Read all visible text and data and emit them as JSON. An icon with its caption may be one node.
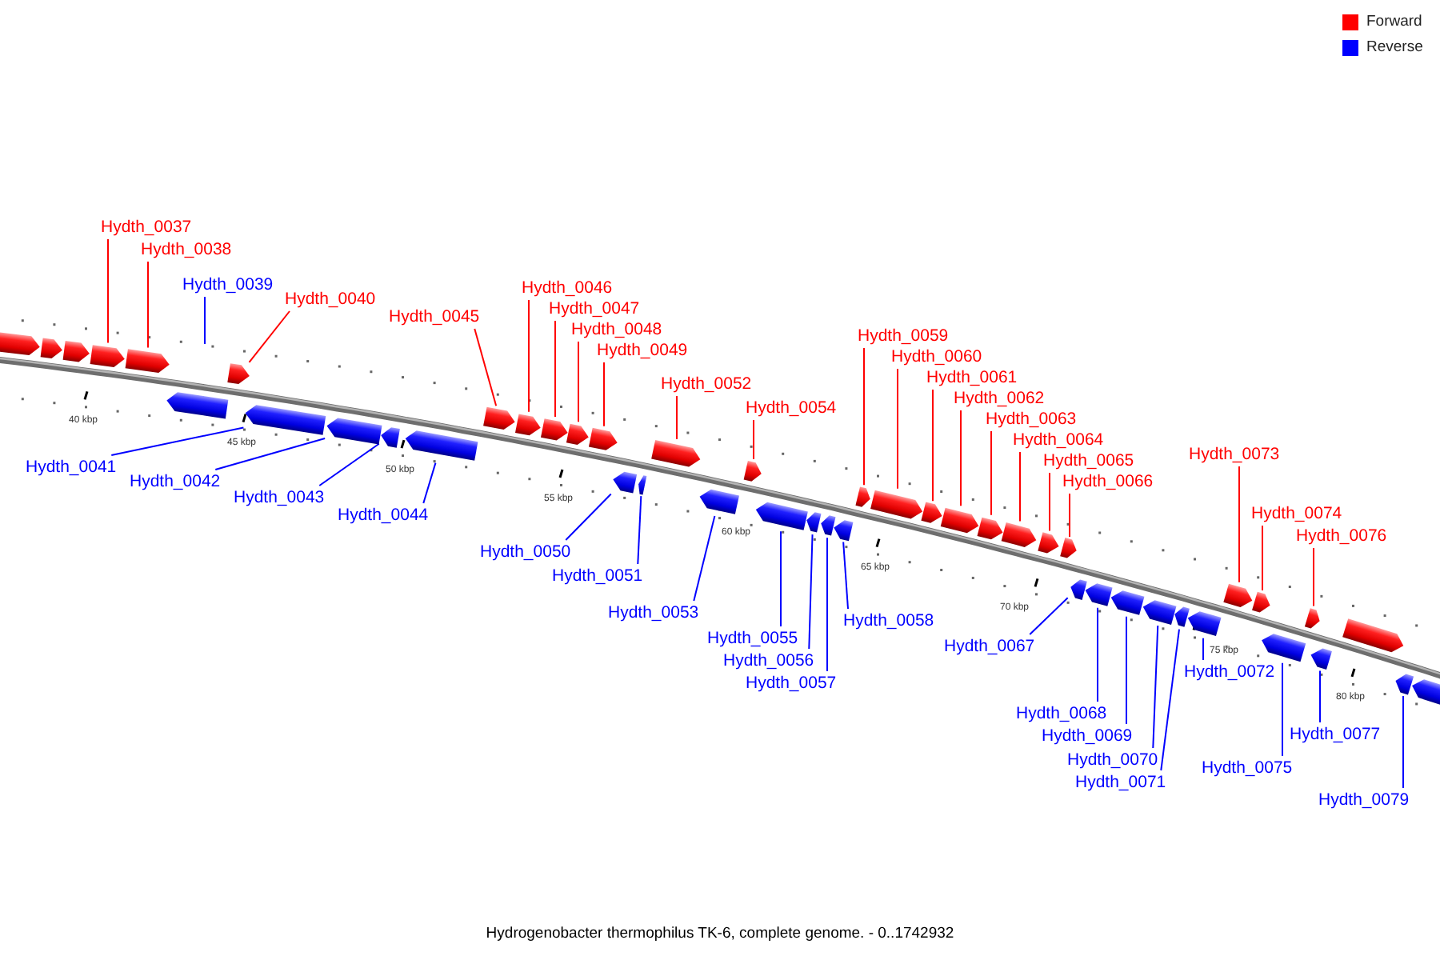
{
  "diagram": {
    "caption": "Hydrogenobacter thermophilus TK-6, complete genome. - 0..1742932",
    "nodes": [
      {
        "text": [],
        "shape": "arrow"
      },
      {
        "text": [],
        "shape": "arrow"
      },
      {
        "text": [],
        "shape": "arrow"
      },
      {
        "text": [
          "Hydth_0037"
        ]
      },
      {
        "text": [],
        "shape": "arrow"
      },
      {
        "text": [
          "Hydth_0038"
        ]
      },
      {
        "text": [],
        "shape": "arrow"
      },
      {
        "text": [],
        "shape": "arrow"
      },
      {
        "text": [
          "Hydth_0039"
        ]
      },
      {
        "text": [
          "Hydth_0040"
        ]
      },
      {
        "text": [],
        "shape": "arrow"
      },
      {
        "text": [
          "Hydth_0041"
        ]
      },
      {
        "text": [],
        "shape": "arrow"
      },
      {
        "text": [
          "Hydth_0042"
        ]
      },
      {
        "text": [],
        "shape": "arrow"
      },
      {
        "text": [
          "Hydth_0043"
        ]
      },
      {
        "text": [],
        "shape": "arrow"
      },
      {
        "text": [
          "Hydth_0044"
        ]
      },
      {
        "text": [],
        "shape": "arrow"
      },
      {
        "text": [
          "Hydth_0045"
        ]
      },
      {
        "text": [],
        "shape": "arrow"
      },
      {
        "text": [
          "Hydth_0046"
        ]
      },
      {
        "text": [],
        "shape": "arrow"
      },
      {
        "text": [
          "Hydth_0047"
        ]
      },
      {
        "text": [],
        "shape": "arrow"
      },
      {
        "text": [
          "Hydth_0048"
        ]
      },
      {
        "text": [],
        "shape": "arrow"
      },
      {
        "text": [
          "Hydth_0049"
        ]
      },
      {
        "text": [],
        "shape": "arrow"
      },
      {
        "text": [
          "Hydth_0050"
        ]
      },
      {
        "text": [],
        "shape": "arrow"
      },
      {
        "text": [
          "Hydth_0051"
        ]
      },
      {
        "text": [],
        "shape": "arrow"
      },
      {
        "text": [
          "Hydth_0052"
        ]
      },
      {
        "text": [],
        "shape": "arrow"
      },
      {
        "text": [
          "Hydth_0053"
        ]
      },
      {
        "text": [],
        "shape": "arrow"
      },
      {
        "text": [
          "Hydth_0054"
        ]
      },
      {
        "text": [],
        "shape": "arrow"
      },
      {
        "text": [
          "Hydth_0055"
        ]
      },
      {
        "text": [],
        "shape": "arrow"
      },
      {
        "text": [
          "Hydth_0056"
        ]
      },
      {
        "text": [],
        "shape": "arrow"
      },
      {
        "text": [
          "Hydth_0057"
        ]
      },
      {
        "text": [],
        "shape": "arrow"
      },
      {
        "text": [
          "Hydth_0058"
        ]
      },
      {
        "text": [],
        "shape": "arrow"
      },
      {
        "text": [
          "Hydth_0059"
        ]
      },
      {
        "text": [],
        "shape": "arrow"
      },
      {
        "text": [
          "Hydth_0060"
        ]
      },
      {
        "text": [],
        "shape": "arrow"
      },
      {
        "text": [
          "Hydth_0061"
        ]
      },
      {
        "text": [],
        "shape": "arrow"
      },
      {
        "text": [
          "Hydth_0062"
        ]
      },
      {
        "text": [],
        "shape": "arrow"
      },
      {
        "text": [
          "Hydth_0063"
        ]
      },
      {
        "text": [],
        "shape": "arrow"
      },
      {
        "text": [
          "Hydth_0064"
        ]
      },
      {
        "text": [],
        "shape": "arrow"
      },
      {
        "text": [
          "Hydth_0065"
        ]
      },
      {
        "text": [],
        "shape": "arrow"
      },
      {
        "text": [
          "Hydth_0066"
        ]
      },
      {
        "text": [],
        "shape": "arrow"
      },
      {
        "text": [
          "Hydth_0067"
        ]
      },
      {
        "text": [],
        "shape": "arrow"
      },
      {
        "text": [
          "Hydth_0068"
        ]
      },
      {
        "text": [],
        "shape": "arrow"
      },
      {
        "text": [
          "Hydth_0069"
        ]
      },
      {
        "text": [],
        "shape": "arrow"
      },
      {
        "text": [
          "Hydth_0070"
        ]
      },
      {
        "text": [],
        "shape": "arrow"
      },
      {
        "text": [
          "Hydth_0071"
        ]
      },
      {
        "text": [],
        "shape": "arrow"
      },
      {
        "text": [
          "Hydth_0072"
        ]
      },
      {
        "text": [],
        "shape": "arrow"
      },
      {
        "text": [
          "Hydth_0073"
        ]
      },
      {
        "text": [],
        "shape": "arrow"
      },
      {
        "text": [
          "Hydth_0074"
        ]
      },
      {
        "text": [],
        "shape": "arrow"
      },
      {
        "text": [
          "Hydth_0075"
        ]
      },
      {
        "text": [],
        "shape": "arrow"
      },
      {
        "text": [
          "Hydth_0076"
        ]
      },
      {
        "text": [],
        "shape": "arrow"
      },
      {
        "text": [
          "Hydth_0077"
        ]
      },
      {
        "text": [],
        "shape": "arrow"
      },
      {
        "text": [],
        "shape": "arrow"
      },
      {
        "text": [
          "Hydth_0079"
        ]
      },
      {
        "text": [],
        "shape": "arrow"
      },
      {
        "text": [],
        "shape": "arrow"
      }
    ],
    "edges": [
      {
        "from": 3,
        "to": 4,
        "arrow": "none",
        "color": "#ff0000"
      },
      {
        "from": 5,
        "to": 6,
        "arrow": "none",
        "color": "#ff0000"
      },
      {
        "from": 8,
        "to": null,
        "arrow": "none",
        "color": "#0000ff"
      },
      {
        "from": 9,
        "to": 10,
        "arrow": "none",
        "color": "#ff0000"
      },
      {
        "from": 11,
        "to": 12,
        "arrow": "none",
        "color": "#0000ff"
      },
      {
        "from": 13,
        "to": 14,
        "arrow": "none",
        "color": "#0000ff"
      },
      {
        "from": 15,
        "to": 16,
        "arrow": "none",
        "color": "#0000ff"
      },
      {
        "from": 17,
        "to": 18,
        "arrow": "none",
        "color": "#0000ff"
      },
      {
        "from": 19,
        "to": 20,
        "arrow": "none",
        "color": "#ff0000"
      },
      {
        "from": 21,
        "to": 22,
        "arrow": "none",
        "color": "#ff0000"
      },
      {
        "from": 23,
        "to": 24,
        "arrow": "none",
        "color": "#ff0000"
      },
      {
        "from": 25,
        "to": 26,
        "arrow": "none",
        "color": "#ff0000"
      },
      {
        "from": 27,
        "to": 28,
        "arrow": "none",
        "color": "#ff0000"
      },
      {
        "from": 29,
        "to": 30,
        "arrow": "none",
        "color": "#0000ff"
      },
      {
        "from": 31,
        "to": 32,
        "arrow": "none",
        "color": "#0000ff"
      },
      {
        "from": 33,
        "to": 34,
        "arrow": "none",
        "color": "#ff0000"
      },
      {
        "from": 35,
        "to": 36,
        "arrow": "none",
        "color": "#0000ff"
      },
      {
        "from": 37,
        "to": 38,
        "arrow": "none",
        "color": "#ff0000"
      },
      {
        "from": 39,
        "to": 40,
        "arrow": "none",
        "color": "#0000ff"
      },
      {
        "from": 41,
        "to": 42,
        "arrow": "none",
        "color": "#0000ff"
      },
      {
        "from": 43,
        "to": 44,
        "arrow": "none",
        "color": "#0000ff"
      },
      {
        "from": 45,
        "to": 46,
        "arrow": "none",
        "color": "#0000ff"
      },
      {
        "from": 47,
        "to": 48,
        "arrow": "none",
        "color": "#ff0000"
      },
      {
        "from": 49,
        "to": 50,
        "arrow": "none",
        "color": "#ff0000"
      },
      {
        "from": 51,
        "to": 52,
        "arrow": "none",
        "color": "#ff0000"
      },
      {
        "from": 53,
        "to": 54,
        "arrow": "none",
        "color": "#ff0000"
      },
      {
        "from": 55,
        "to": 56,
        "arrow": "none",
        "color": "#ff0000"
      },
      {
        "from": 57,
        "to": 58,
        "arrow": "none",
        "color": "#ff0000"
      },
      {
        "from": 59,
        "to": 60,
        "arrow": "none",
        "color": "#ff0000"
      },
      {
        "from": 61,
        "to": 62,
        "arrow": "none",
        "color": "#ff0000"
      },
      {
        "from": 63,
        "to": 64,
        "arrow": "none",
        "color": "#0000ff"
      },
      {
        "from": 65,
        "to": 66,
        "arrow": "none",
        "color": "#0000ff"
      },
      {
        "from": 67,
        "to": 68,
        "arrow": "none",
        "color": "#0000ff"
      },
      {
        "from": 69,
        "to": 70,
        "arrow": "none",
        "color": "#0000ff"
      },
      {
        "from": 71,
        "to": 72,
        "arrow": "none",
        "color": "#0000ff"
      },
      {
        "from": 73,
        "to": 74,
        "arrow": "none",
        "color": "#0000ff"
      },
      {
        "from": 75,
        "to": 76,
        "arrow": "none",
        "color": "#ff0000"
      },
      {
        "from": 77,
        "to": 78,
        "arrow": "none",
        "color": "#ff0000"
      },
      {
        "from": 79,
        "to": 80,
        "arrow": "none",
        "color": "#0000ff"
      },
      {
        "from": 81,
        "to": 82,
        "arrow": "none",
        "color": "#ff0000"
      },
      {
        "from": 83,
        "to": 84,
        "arrow": "none",
        "color": "#0000ff"
      },
      {
        "from": 86,
        "to": 87,
        "arrow": "none",
        "color": "#0000ff"
      }
    ],
    "labels": [
      "40 kbp",
      "45 kbp",
      "50 kbp",
      "55 kbp",
      "60 kbp",
      "65 kbp",
      "70 kbp",
      "75 kbp",
      "80 kbp"
    ],
    "legend": [
      {
        "text": "Forward",
        "color": "#ff0000"
      },
      {
        "text": "Reverse",
        "color": "#0000ff"
      }
    ]
  }
}
